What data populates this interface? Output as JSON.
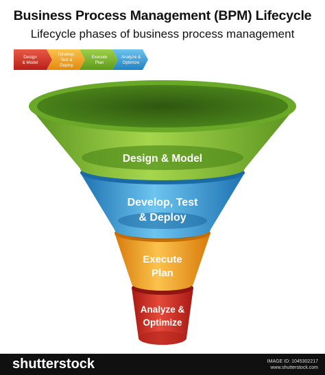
{
  "header": {
    "title": "Business Process Management (BPM) Lifecycle",
    "subtitle": "Lifecycle phases of business process management"
  },
  "legend": {
    "items": [
      {
        "line1": "Design",
        "line2": "& Model",
        "color": "#d63a2c"
      },
      {
        "line1": "Develop,",
        "line2": "Test &",
        "line3": "Deploy",
        "color": "#f0a020"
      },
      {
        "line1": "Execute",
        "line2": "Plan",
        "color": "#7fb82e"
      },
      {
        "line1": "Analyze &",
        "line2": "Optimize",
        "color": "#3ea3d8"
      }
    ]
  },
  "funnel": {
    "stages": [
      {
        "line1": "Design & Model",
        "line2": "",
        "color": "#7dbb2e"
      },
      {
        "line1": "Develop, Test",
        "line2": "& Deploy",
        "color": "#38a2d6"
      },
      {
        "line1": "Execute",
        "line2": "Plan",
        "color": "#f4a21e"
      },
      {
        "line1": "Analyze &",
        "line2": "Optimize",
        "color": "#d3302a"
      }
    ]
  },
  "footer": {
    "logo": "shutterstock",
    "image_id_line": "IMAGE ID: 1045302217",
    "site": "www.shutterstock.com"
  }
}
